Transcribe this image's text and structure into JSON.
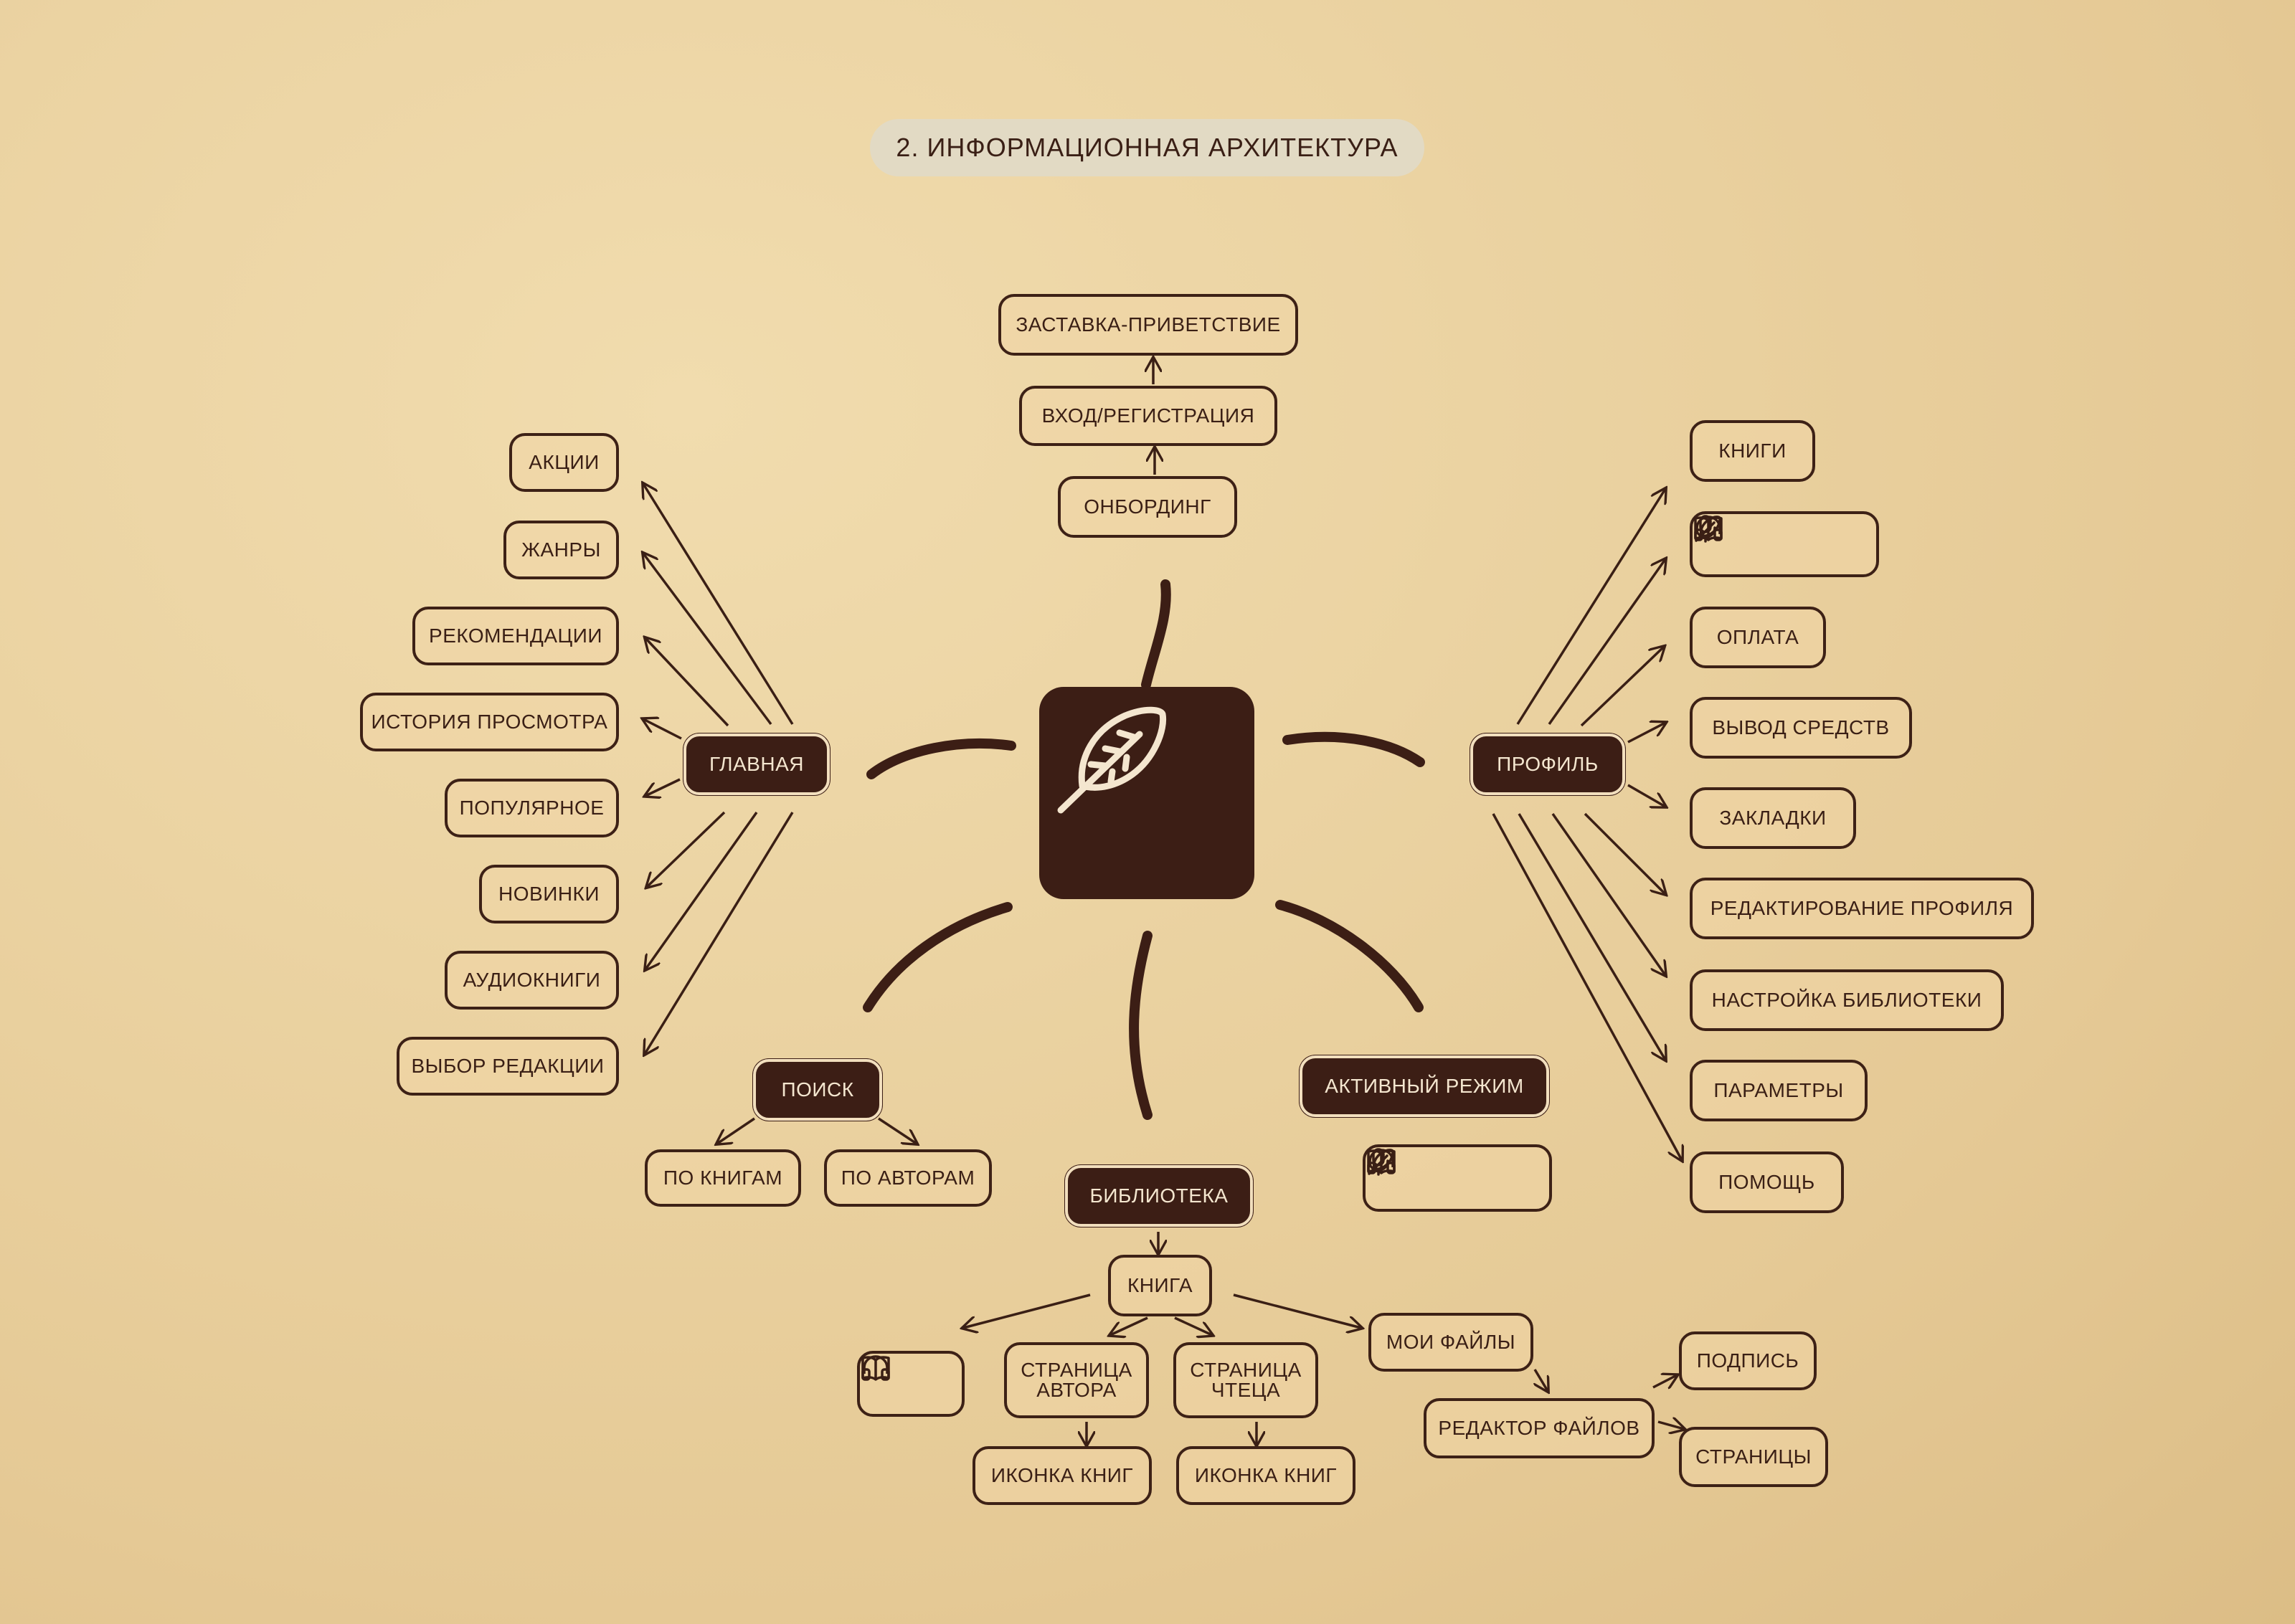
{
  "title": "2. ИНФОРМАЦИОННАЯ АРХИТЕКТУРА",
  "colors": {
    "dark": "#3c1e15",
    "text": "#3a1f15",
    "paper": "#ebd3a2",
    "pill": "#e2dac4"
  },
  "top_chain": {
    "splash": "ЗАСТАВКА-ПРИВЕТСТВИЕ",
    "login": "ВХОД/РЕГИСТРАЦИЯ",
    "onboarding": "ОНБОРДИНГ"
  },
  "home": {
    "label": "ГЛАВНАЯ",
    "items": [
      "АКЦИИ",
      "ЖАНРЫ",
      "РЕКОМЕНДАЦИИ",
      "ИСТОРИЯ ПРОСМОТРА",
      "ПОПУЛЯРНОЕ",
      "НОВИНКИ",
      "АУДИОКНИГИ",
      "ВЫБОР РЕДАКЦИИ"
    ]
  },
  "profile": {
    "label": "ПРОФИЛЬ",
    "items": [
      "КНИГИ",
      "ОПЛАТА",
      "ВЫВОД СРЕДСТВ",
      "ЗАКЛАДКИ",
      "РЕДАКТИРОВАНИЕ ПРОФИЛЯ",
      "НАСТРОЙКА БИБЛИОТЕКИ",
      "ПАРАМЕТРЫ",
      "ПОМОЩЬ"
    ],
    "format_icons": [
      "book-icon",
      "headphones-icon",
      "feather-icon",
      "microphone-icon"
    ]
  },
  "search": {
    "label": "ПОИСК",
    "items": [
      "ПО КНИГАМ",
      "ПО АВТОРАМ"
    ]
  },
  "active_mode": {
    "label": "АКТИВНЫЙ РЕЖИМ",
    "format_icons": [
      "book-icon",
      "headphones-icon",
      "feather-icon",
      "microphone-icon"
    ]
  },
  "library": {
    "label": "БИБЛИОТЕКА",
    "book": "КНИГА",
    "book_format_icons": [
      "book-icon",
      "headphones-icon"
    ],
    "author_page": "СТРАНИЦА АВТОРА",
    "reader_page": "СТРАНИЦА ЧТЕЦА",
    "author_books": "ИКОНКА КНИГ",
    "reader_books": "ИКОНКА КНИГ",
    "my_files": "МОИ ФАЙЛЫ",
    "file_editor": "РЕДАКТОР ФАЙЛОВ",
    "signature": "ПОДПИСЬ",
    "pages": "СТРАНИЦЫ"
  },
  "center_icon": "feather-icon"
}
